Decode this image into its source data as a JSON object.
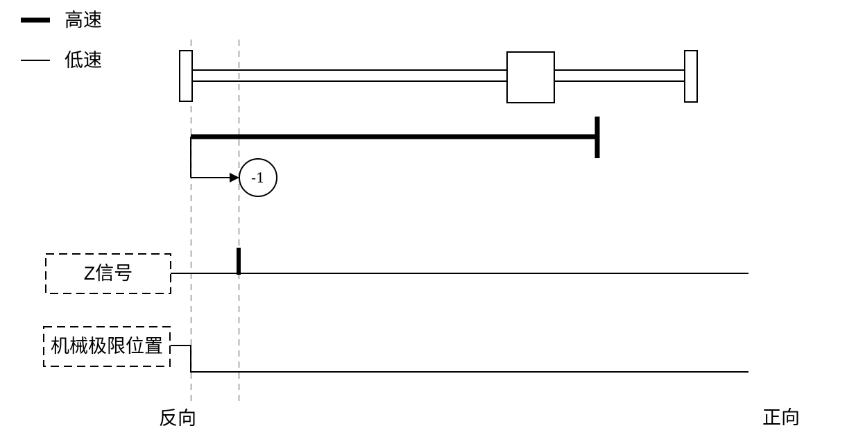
{
  "legend": {
    "high_speed_label": "高速",
    "low_speed_label": "低速"
  },
  "motion": {
    "target_point_label": "-1"
  },
  "signals": {
    "z_signal_label": "Z信号",
    "mechanical_limit_label": "机械极限位置"
  },
  "directions": {
    "reverse_label": "反向",
    "forward_label": "正向"
  },
  "colors": {
    "line": "#000000",
    "guide_line": "#9b9b9b",
    "background": "#ffffff"
  }
}
